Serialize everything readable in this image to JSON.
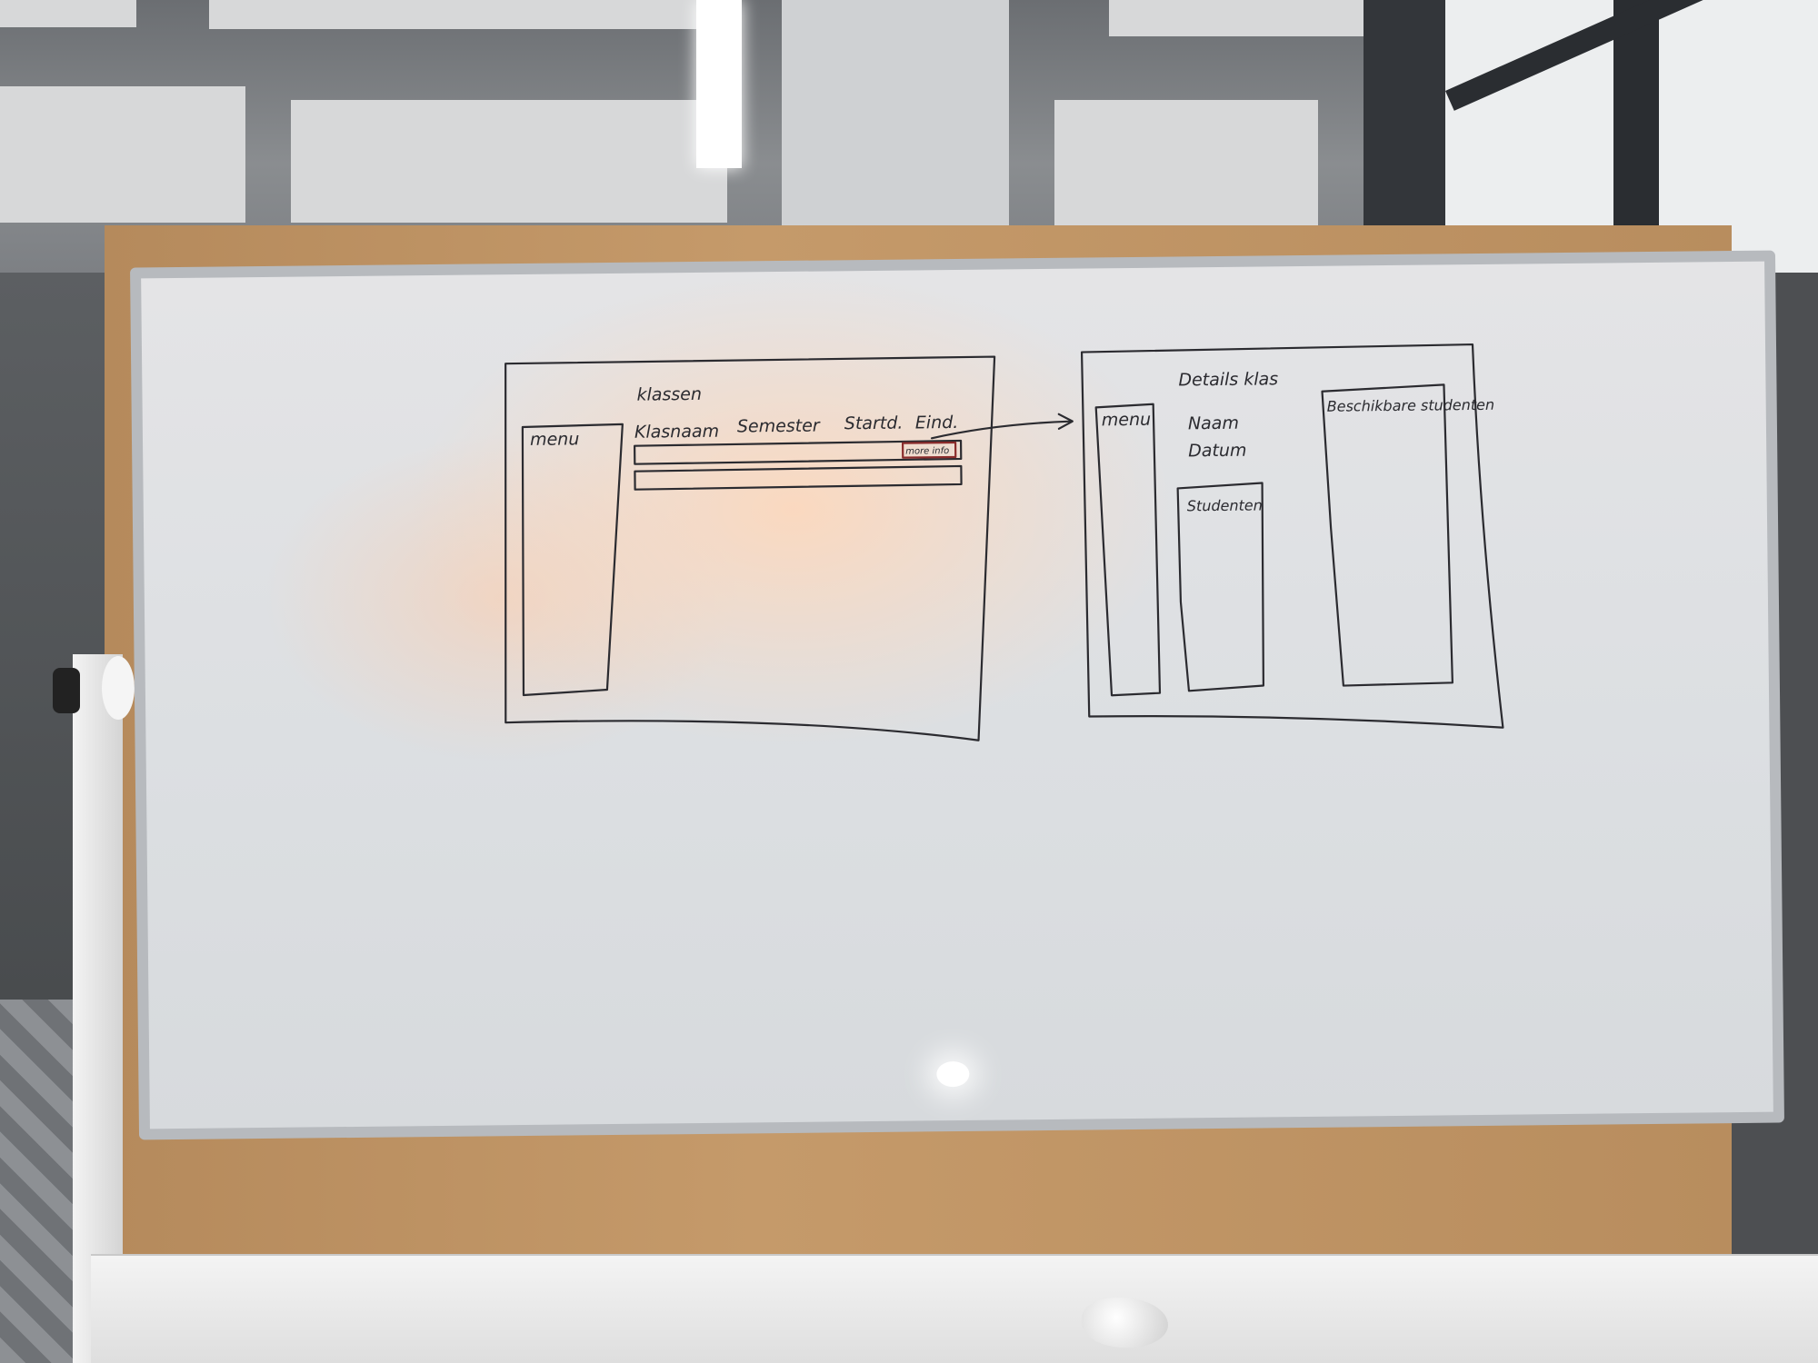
{
  "scene": {
    "subject": "whiteboard-photo"
  },
  "sketch": {
    "left_screen": {
      "title": "klassen",
      "menu_label": "menu",
      "columns": [
        "Klasnaam",
        "Semester",
        "Startd.",
        "Eind."
      ],
      "row_button": "more info"
    },
    "right_screen": {
      "title": "Details klas",
      "menu_label": "menu",
      "fields": [
        "Naam",
        "Datum"
      ],
      "students_box": "Studenten",
      "available_box": "Beschikbare studenten"
    }
  },
  "colors": {
    "marker": "#2b2b30",
    "red_marker": "#8a2b2b"
  }
}
